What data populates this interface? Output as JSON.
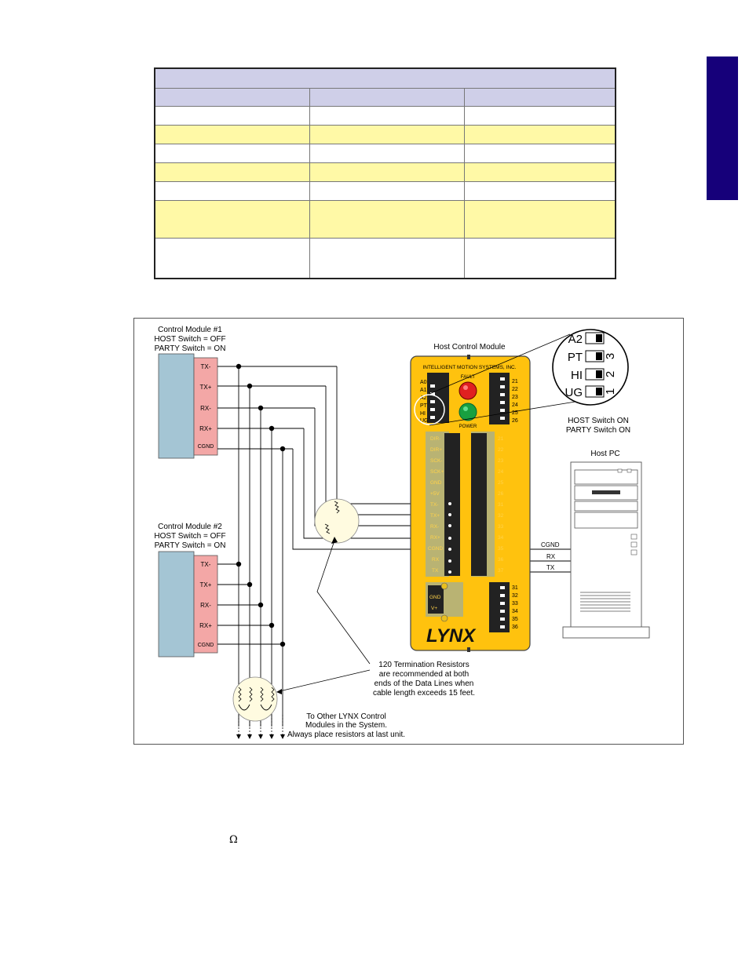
{
  "table": {
    "rows": 9,
    "cols": 3
  },
  "diagram": {
    "module1": {
      "title": "Control Module #1",
      "host": "HOST Switch = OFF",
      "party": "PARTY Switch = ON",
      "pins": [
        "TX-",
        "TX+",
        "RX-",
        "RX+",
        "CGND"
      ]
    },
    "module2": {
      "title": "Control Module #2",
      "host": "HOST Switch = OFF",
      "party": "PARTY Switch = ON",
      "pins": [
        "TX-",
        "TX+",
        "RX-",
        "RX+",
        "CGND"
      ]
    },
    "host_module": {
      "title": "Host Control Module",
      "brand": "INTELLIGENT MOTION SYSTEMS, INC.",
      "fault": "FAULT",
      "power": "POWER",
      "logo": "LYNX",
      "switch_left_labels": [
        "A0",
        "A1",
        "A2",
        "PT",
        "HI",
        "UG"
      ],
      "switch_right_nums_top": [
        "21",
        "22",
        "23",
        "24",
        "25",
        "26"
      ],
      "switch_right_nums_bottom": [
        "31",
        "32",
        "33",
        "34",
        "35",
        "36"
      ],
      "left_pins": [
        "DIR-",
        "DIR+",
        "SCK-",
        "SCK+",
        "GND",
        "+5V",
        "TX-",
        "TX+",
        "RX-",
        "RX+",
        "CGND",
        "RX",
        "TX"
      ],
      "right_pins": [
        "21",
        "22",
        "23",
        "24",
        "25",
        "26",
        "31",
        "32",
        "33",
        "34",
        "35",
        "36",
        "37"
      ],
      "gnd": "GND",
      "vplus": "V+"
    },
    "zoom_switch": {
      "labels": [
        "A2",
        "PT",
        "HI",
        "UG"
      ],
      "nums": [
        "3",
        "2",
        "1"
      ]
    },
    "host_switch_note": [
      "HOST Switch ON",
      "PARTY Switch ON"
    ],
    "host_pc": {
      "title": "Host PC",
      "wires": [
        "CGND",
        "RX",
        "TX"
      ]
    },
    "resistor_note": [
      "120     Termination Resistors",
      "are recommended at both",
      "ends of the Data Lines when",
      "cable length exceeds 15 feet."
    ],
    "other_note": [
      "To Other LYNX Control",
      "Modules  in the System.",
      "Always place resistors at last unit."
    ]
  },
  "footer_symbol": "Ω",
  "colors": {
    "side_tab": "#16007a",
    "table_header": "#cfcfe8",
    "table_yellow": "#fff9a6",
    "module_blue": "#a4c5d4",
    "module_pink": "#f3a7a6",
    "lynx_yellow": "#ffc20e",
    "fault_red": "#e02020",
    "power_green": "#18a040"
  }
}
